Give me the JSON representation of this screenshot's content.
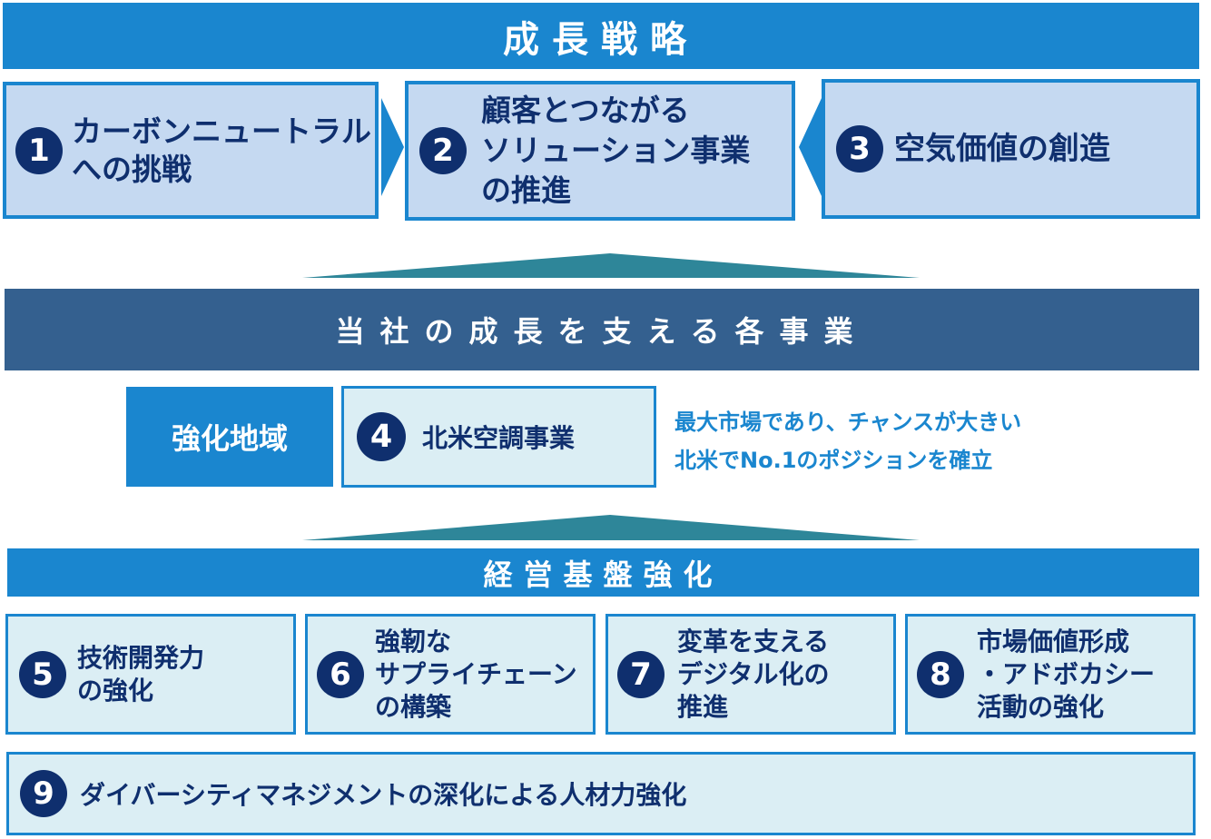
{
  "growth_strategy": {
    "title": "成長戦略",
    "pillars": [
      {
        "number": "1",
        "label": "カーボンニュートラル\nへの挑戦"
      },
      {
        "number": "2",
        "label": "顧客とつながる\nソリューション事業\nの推進"
      },
      {
        "number": "3",
        "label": "空気価値の創造"
      }
    ]
  },
  "businesses": {
    "title": "当社の成長を支える各事業",
    "focus_label": "強化地域",
    "focus_item": {
      "number": "4",
      "label": "北米空調事業"
    },
    "description": "最大市場であり、チャンスが大きい\n北米でNo.1のポジションを確立"
  },
  "foundation": {
    "title": "経営基盤強化",
    "items": [
      {
        "number": "5",
        "label": "技術開発力\nの強化"
      },
      {
        "number": "6",
        "label": "強靭な\nサプライチェーン\nの構築"
      },
      {
        "number": "7",
        "label": "変革を支える\nデジタル化の\n推進"
      },
      {
        "number": "8",
        "label": "市場価値形成\n・アドボカシー\n活動の強化"
      }
    ],
    "bottom_item": {
      "number": "9",
      "label": "ダイバーシティマネジメントの深化による人材力強化"
    }
  },
  "colors": {
    "primary_blue": "#1a86cf",
    "dark_band": "#34608f",
    "teal_triangle": "#2e8699",
    "navy": "#0f2f6e",
    "light_fill": "#c5d9f1",
    "pale_fill": "#dbeef4",
    "accent_text": "#1a86cf"
  }
}
